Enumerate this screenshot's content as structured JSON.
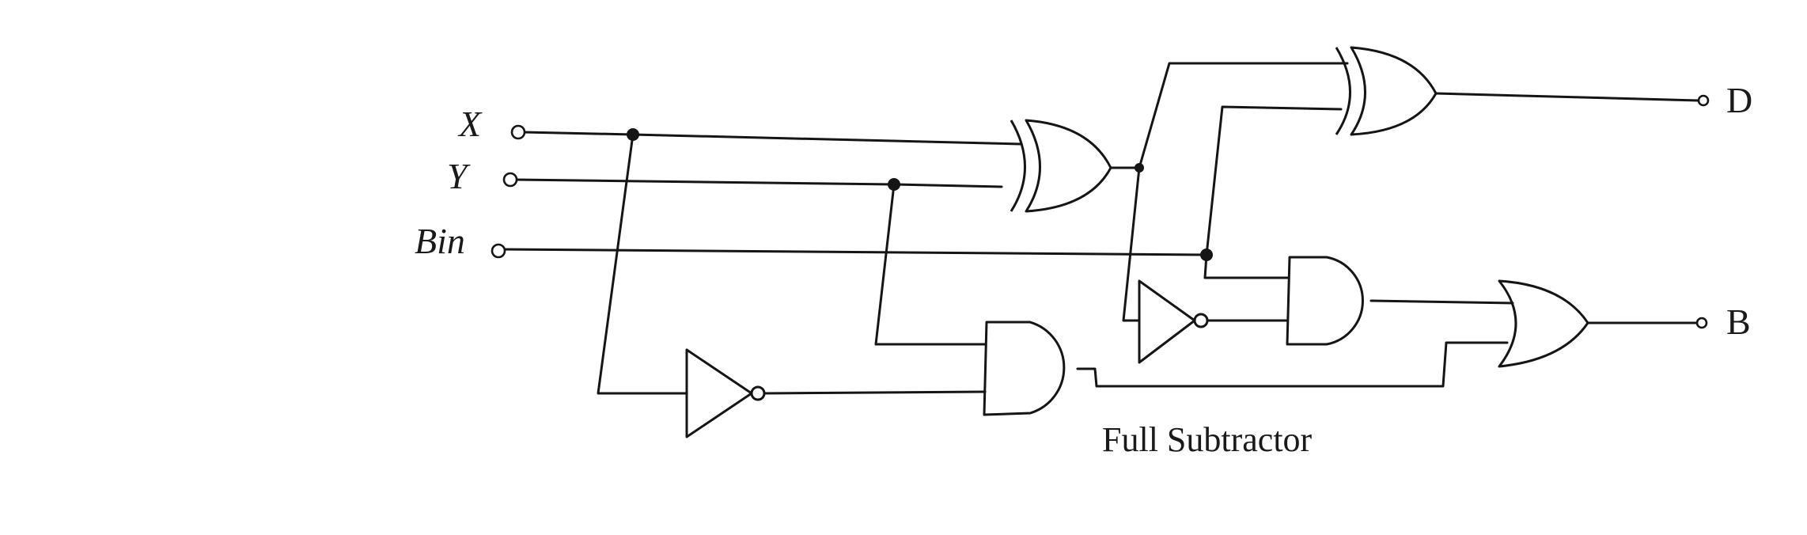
{
  "inputs": {
    "x": "X",
    "y": "Y",
    "bin": "Bin"
  },
  "outputs": {
    "d": "D",
    "b": "B"
  },
  "caption": "Full Subtractor",
  "gates": {
    "xor1": "XOR",
    "xor2": "XOR",
    "not1": "NOT",
    "not2": "NOT",
    "and1": "AND",
    "and2": "AND",
    "or1": "OR"
  }
}
